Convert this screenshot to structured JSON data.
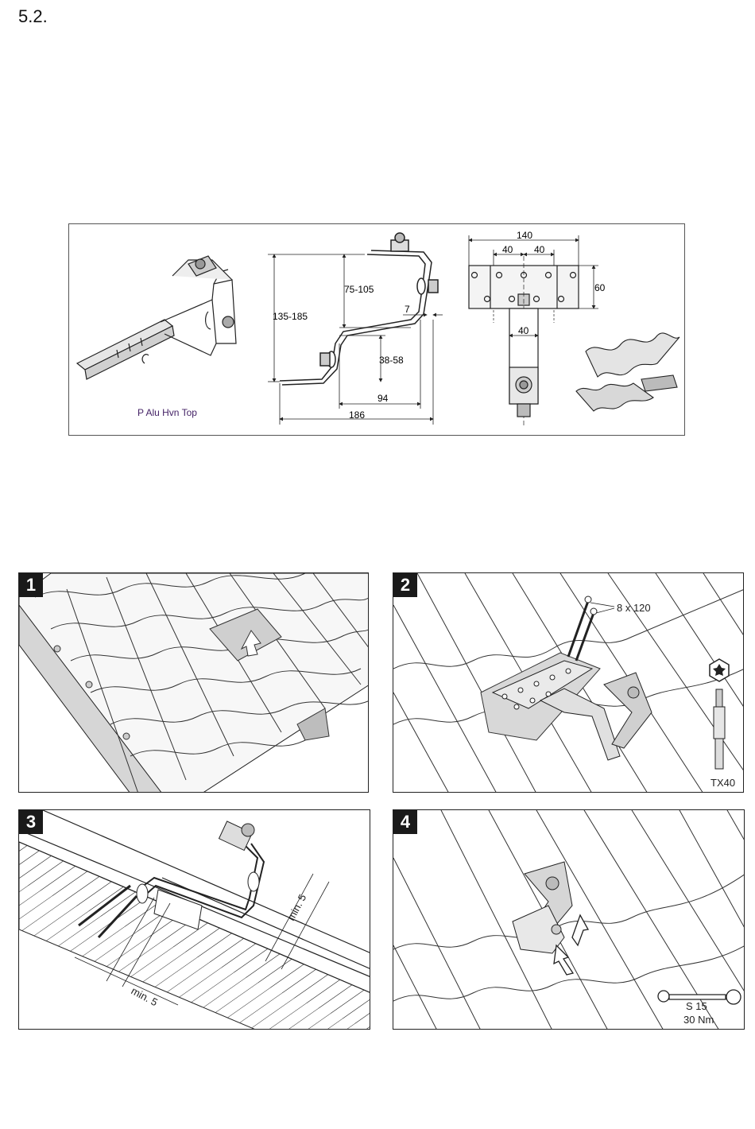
{
  "section": {
    "number": "5.2."
  },
  "product": {
    "caption": "P Alu Hvn Top"
  },
  "dimensions_side": {
    "total_height": "135-185",
    "upper_range": "75-105",
    "lower_range": "38-58",
    "offset": "7",
    "base_width": "94",
    "total_length": "186"
  },
  "dimensions_plate": {
    "width_total": "140",
    "hole_spacing_left": "40",
    "hole_spacing_right": "40",
    "height": "60",
    "arm_width": "40"
  },
  "steps": [
    {
      "number": "1"
    },
    {
      "number": "2",
      "screw_label": "8 x 120",
      "bit_label": "TX40"
    },
    {
      "number": "3",
      "min_label_top": "min. 5",
      "min_label_bottom": "min. 5"
    },
    {
      "number": "4",
      "wrench_label": "S 15",
      "torque_label": "30 Nm"
    }
  ]
}
